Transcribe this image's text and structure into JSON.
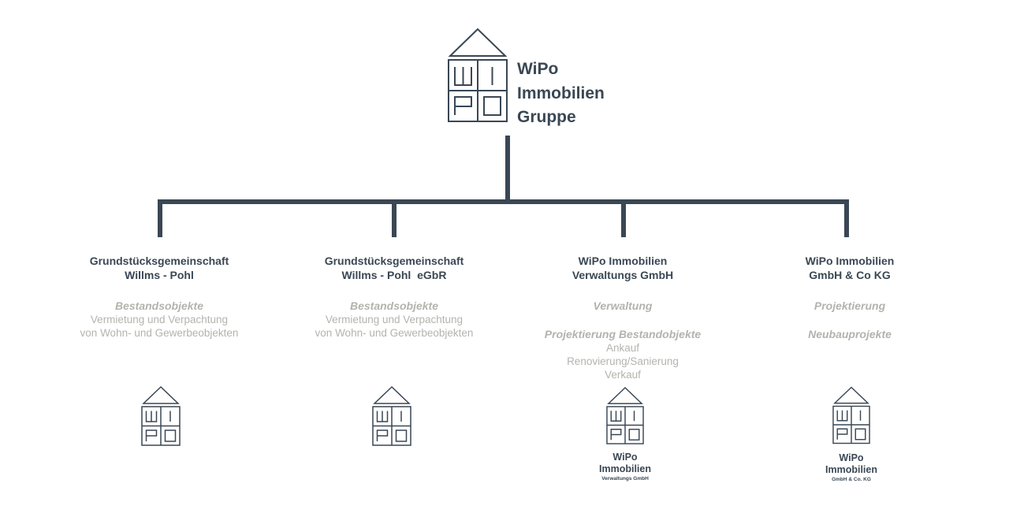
{
  "brand": {
    "lines": [
      "WiPo",
      "Immobilien",
      "Gruppe"
    ],
    "logo_letters": [
      "W",
      "I",
      "P",
      "O"
    ],
    "color": "#3a4754"
  },
  "colors": {
    "primary": "#3a4754",
    "muted": "#b3b3ae",
    "background": "#ffffff"
  },
  "entities": [
    {
      "title": [
        "Grundstücksgemeinschaft",
        "Willms - Pohl"
      ],
      "description": [
        {
          "text": "Bestandsobjekte",
          "style": "heading"
        },
        {
          "text": "Vermietung und Verpachtung",
          "style": "normal"
        },
        {
          "text": "von Wohn- und Gewerbeobjekten",
          "style": "normal"
        }
      ],
      "logo_caption": []
    },
    {
      "title": [
        "Grundstücksgemeinschaft",
        "Willms - Pohl  eGbR"
      ],
      "description": [
        {
          "text": "Bestandsobjekte",
          "style": "heading"
        },
        {
          "text": "Vermietung und Verpachtung",
          "style": "normal"
        },
        {
          "text": "von Wohn- und Gewerbeobjekten",
          "style": "normal"
        }
      ],
      "logo_caption": []
    },
    {
      "title": [
        "WiPo Immobilien",
        "Verwaltungs GmbH"
      ],
      "description": [
        {
          "text": "Verwaltung",
          "style": "heading"
        },
        {
          "text": "",
          "style": "gap"
        },
        {
          "text": "Projektierung Bestandobjekte",
          "style": "heading"
        },
        {
          "text": "Ankauf",
          "style": "normal"
        },
        {
          "text": "Renovierung/Sanierung",
          "style": "normal"
        },
        {
          "text": "Verkauf",
          "style": "normal"
        }
      ],
      "logo_caption": [
        "WiPo",
        "Immobilien",
        "Verwaltungs GmbH"
      ]
    },
    {
      "title": [
        "WiPo Immobilien",
        "GmbH & Co KG"
      ],
      "description": [
        {
          "text": "Projektierung",
          "style": "heading"
        },
        {
          "text": "",
          "style": "gap"
        },
        {
          "text": "Neubauprojekte",
          "style": "heading"
        }
      ],
      "logo_caption": [
        "WiPo",
        "Immobilien",
        "GmbH & Co. KG"
      ]
    }
  ]
}
